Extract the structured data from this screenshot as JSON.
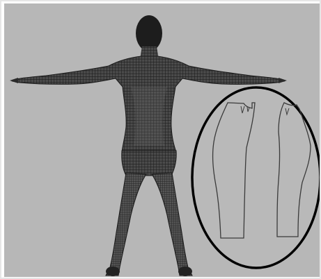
{
  "image": {
    "background_color": "#b7b7b7",
    "figure_mesh_color": "#232323",
    "figure_fill_color": "#4b4b4b",
    "pattern_outline_color": "#3a3a3a",
    "inset_ring_color": "#000000",
    "inset_background_color": "#b9b9b9",
    "subjects": [
      "human-body-wireframe",
      "trouser-pattern-pieces"
    ],
    "pattern_piece_count": 2
  }
}
